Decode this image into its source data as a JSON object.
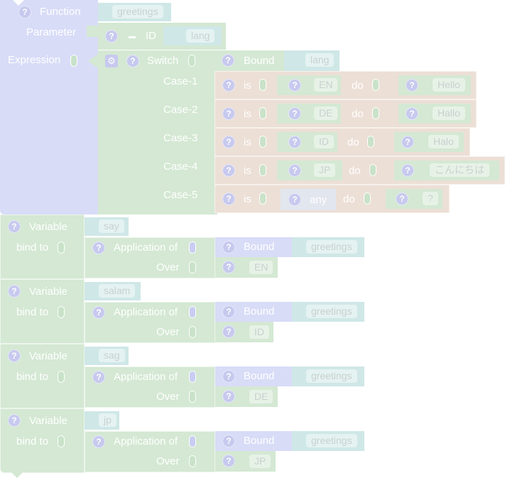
{
  "function_block": {
    "label": "Function",
    "name": "greetings",
    "parameter_label": "Parameter",
    "expression_label": "Expression",
    "param": {
      "kind_label": "ID",
      "name": "lang"
    },
    "switch": {
      "label": "Switch",
      "bound": {
        "label": "Bound",
        "name": "lang"
      },
      "cases": [
        {
          "label": "Case-1",
          "is_label": "is",
          "match": "EN",
          "do_label": "do",
          "result": "Hello",
          "match_kind": "literal"
        },
        {
          "label": "Case-2",
          "is_label": "is",
          "match": "DE",
          "do_label": "do",
          "result": "Hallo",
          "match_kind": "literal"
        },
        {
          "label": "Case-3",
          "is_label": "is",
          "match": "ID",
          "do_label": "do",
          "result": "Halo",
          "match_kind": "literal"
        },
        {
          "label": "Case-4",
          "is_label": "is",
          "match": "JP",
          "do_label": "do",
          "result": "こんにちは",
          "match_kind": "literal"
        },
        {
          "label": "Case-5",
          "is_label": "is",
          "match": "any",
          "do_label": "do",
          "result": "?",
          "match_kind": "any"
        }
      ]
    }
  },
  "variables": [
    {
      "label": "Variable",
      "name": "say",
      "bind_label": "bind to",
      "app_label": "Application of",
      "bound_label": "Bound",
      "fn": "greetings",
      "over_label": "Over",
      "arg": "EN"
    },
    {
      "label": "Variable",
      "name": "salam",
      "bind_label": "bind to",
      "app_label": "Application of",
      "bound_label": "Bound",
      "fn": "greetings",
      "over_label": "Over",
      "arg": "ID"
    },
    {
      "label": "Variable",
      "name": "sag",
      "bind_label": "bind to",
      "app_label": "Application of",
      "bound_label": "Bound",
      "fn": "greetings",
      "over_label": "Over",
      "arg": "DE"
    },
    {
      "label": "Variable",
      "name": "jp",
      "bind_label": "bind to",
      "app_label": "Application of",
      "bound_label": "Bound",
      "fn": "greetings",
      "over_label": "Over",
      "arg": "JP"
    }
  ],
  "icons": {
    "help": "?",
    "gear": "⚙"
  },
  "colors": {
    "function": "#d8dcf7",
    "expression": "#d4e8d3",
    "identifier": "#cfe7e7",
    "case": "#ecdfd6",
    "any": "#e2e6ee"
  }
}
